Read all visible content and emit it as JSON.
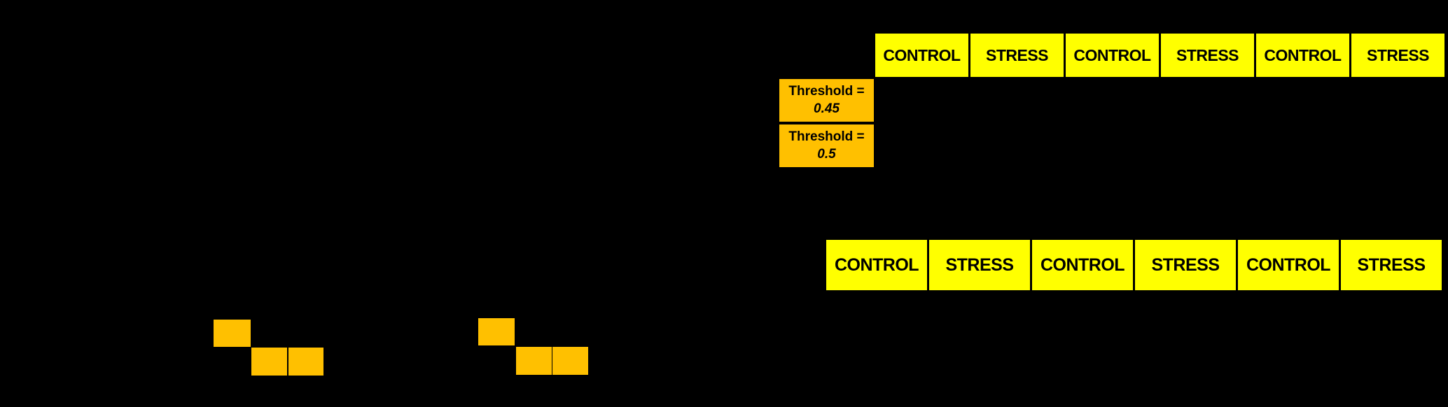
{
  "colors": {
    "background": "#000000",
    "condition_cell_fill": "#FFFF00",
    "threshold_cell_fill": "#FFC000",
    "highlight_cell_fill": "#FFC000",
    "text": "#000000"
  },
  "top_table": {
    "header_cells": [
      "CONTROL",
      "STRESS",
      "CONTROL",
      "STRESS",
      "CONTROL",
      "STRESS"
    ],
    "row_labels": [
      {
        "label": "Threshold =",
        "value": "0.45"
      },
      {
        "label": "Threshold =",
        "value": "0.5"
      }
    ]
  },
  "bottom_table": {
    "header_cells": [
      "CONTROL",
      "STRESS",
      "CONTROL",
      "STRESS",
      "CONTROL",
      "STRESS"
    ]
  },
  "highlighted_groups": [
    {
      "name": "left-group",
      "cell_count": 3
    },
    {
      "name": "right-group",
      "cell_count": 3
    }
  ]
}
